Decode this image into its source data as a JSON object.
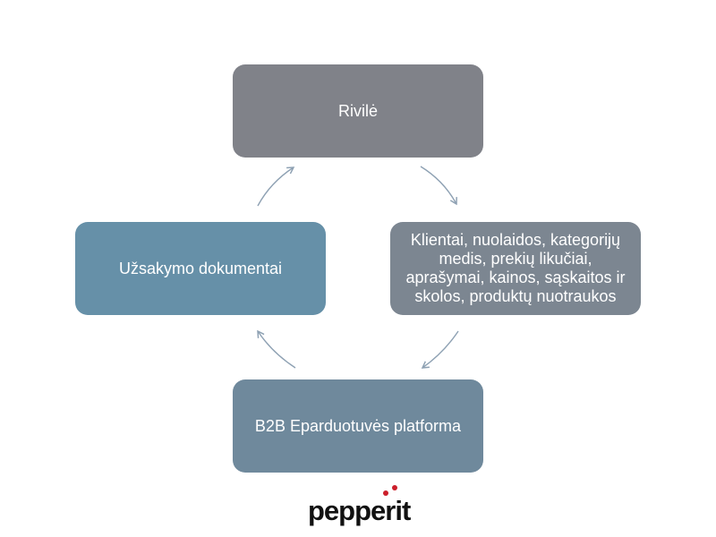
{
  "nodes": {
    "top": {
      "label": "Rivilė",
      "color": "#808289"
    },
    "right": {
      "label": "Klientai, nuolaidos, kategorijų medis, prekių likučiai, aprašymai, kainos, sąskaitos ir skolos, produktų nuotraukos",
      "color": "#7c8691"
    },
    "bottom": {
      "label": "B2B Eparduotuvės platforma",
      "color": "#6f899c"
    },
    "left": {
      "label": "Užsakymo dokumentai",
      "color": "#6690a8"
    }
  },
  "arrow_color": "#8ea1b3",
  "logo": {
    "text": "pepperit",
    "dot_colors": [
      "#cc1f2b",
      "#cc1f2b"
    ]
  }
}
